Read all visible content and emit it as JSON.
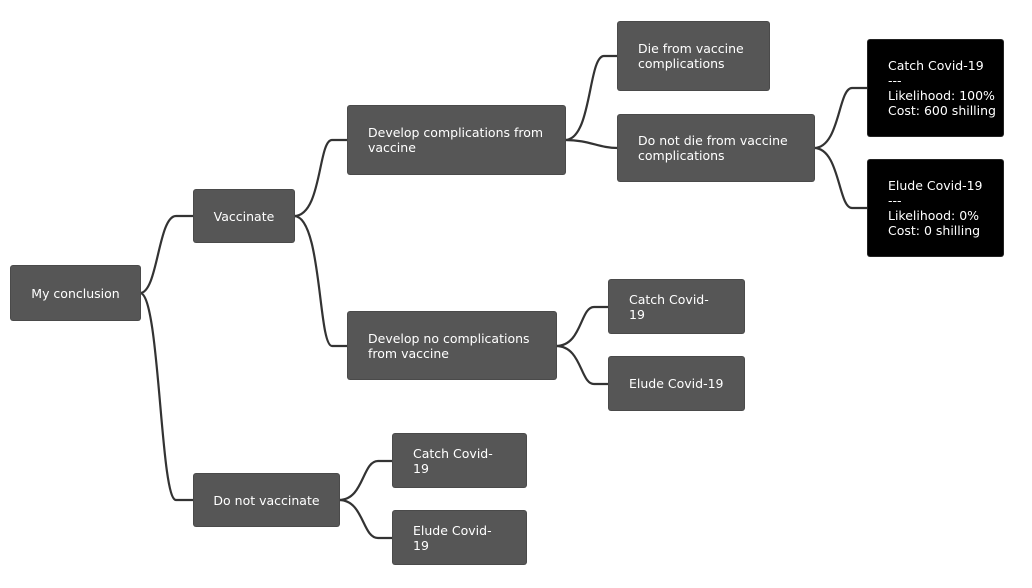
{
  "tree": {
    "root": "My conclusion",
    "vaccinate": "Vaccinate",
    "do_not_vaccinate": "Do not vaccinate",
    "develop_complications": "Develop complications from vaccine",
    "develop_no_complications": "Develop no complications from vaccine",
    "die_from_complications": "Die from vaccine complications",
    "do_not_die_from_complications": "Do not die from vaccine complications",
    "outcome_catch": {
      "title": "Catch Covid-19",
      "divider": "---",
      "likelihood": "Likelihood: 100%",
      "cost": "Cost: 600 shilling"
    },
    "outcome_elude": {
      "title": "Elude Covid-19",
      "divider": "---",
      "likelihood": "Likelihood: 0%",
      "cost": "Cost: 0 shilling"
    },
    "no_comp_catch": "Catch Covid-19",
    "no_comp_elude": "Elude Covid-19",
    "unvacc_catch": "Catch Covid-19",
    "unvacc_elude": "Elude Covid-19"
  },
  "colors": {
    "node_fill": "#565656",
    "outcome_fill": "#000000",
    "connector": "#333333",
    "text": "#ffffff"
  }
}
